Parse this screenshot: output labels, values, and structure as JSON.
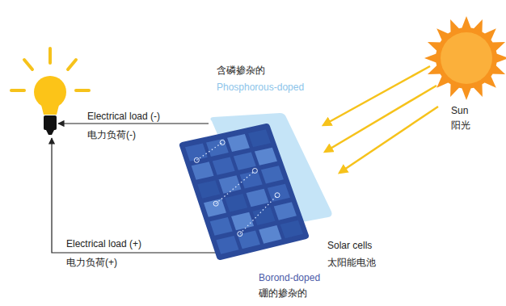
{
  "diagram": {
    "labels": [
      "含磷掺杂的",
      "Phosphorous-doped",
      "Electrical load (-)",
      "电力负荷(-)",
      "Electrical load (+)",
      "电力负荷(+)",
      "Sun",
      "阳光",
      "Solar cells",
      "太阳能电池",
      "Borond-doped",
      "硼的掺杂的"
    ]
  }
}
